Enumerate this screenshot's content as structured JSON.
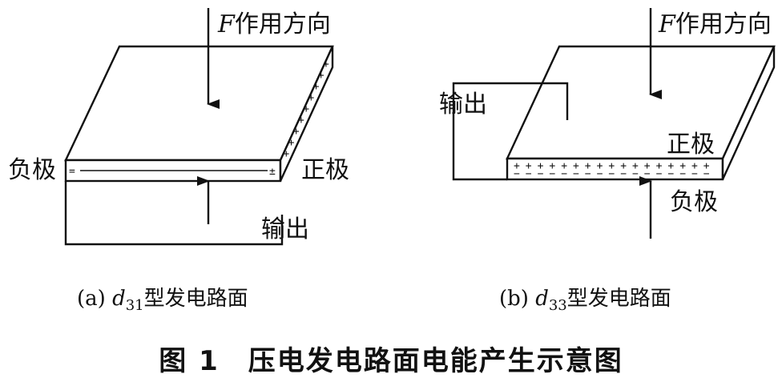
{
  "panel_a": {
    "force_italic": "F",
    "force_text": "作用方向",
    "negative_label": "负极",
    "positive_label": "正极",
    "output_label": "输出",
    "caption_prefix": "(a) ",
    "caption_var": "d",
    "caption_sub": "31",
    "caption_suffix": "型发电路面"
  },
  "panel_b": {
    "force_italic": "F",
    "force_text": "作用方向",
    "output_label": "输出",
    "positive_label": "正极",
    "negative_label": "负极",
    "caption_prefix": "(b)  ",
    "caption_var": "d",
    "caption_sub": "33",
    "caption_suffix": "型发电路面"
  },
  "figure_title": "图 1　压电发电路面电能产生示意图",
  "colors": {
    "ink": "#111111",
    "background": "#ffffff"
  }
}
